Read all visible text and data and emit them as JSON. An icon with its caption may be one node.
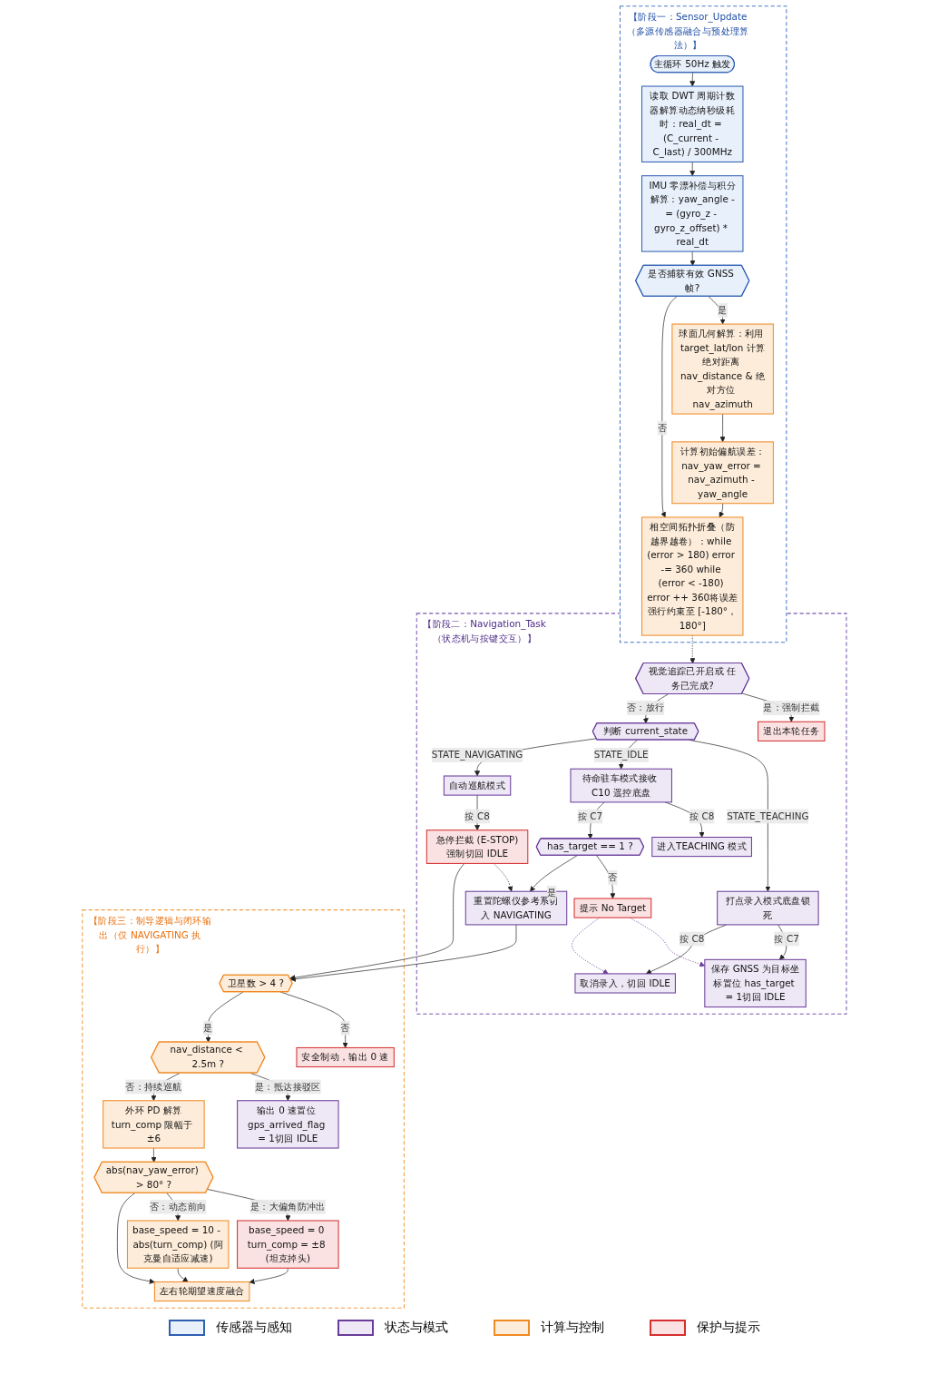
{
  "diagram": {
    "nodes": [
      {
        "text": [
          "【阶段一：Sensor_Update（多源传感器融合与预处理算法）】"
        ]
      },
      {
        "text": [
          "主循环 50Hz 触发"
        ],
        "in": 0
      },
      {
        "text": [
          "读取 DWT 周期计数器解算动态纳秒级耗时：real_dt = (C_current - C_last) / 300MHz"
        ],
        "in": 0
      },
      {
        "text": [
          "IMU 零漂补偿与积分解算：yaw_angle -= (gyro_z - gyro_z_offset) * real_dt"
        ],
        "in": 0
      },
      {
        "text": [
          "是否捕获有效 GNSS 帧?"
        ],
        "in": 0
      },
      {
        "text": [
          "球面几何解算：利用 target_lat/lon 计算绝对距离 nav_distance & 绝对方位 nav_azimuth"
        ],
        "in": 0
      },
      {
        "text": [
          "计算初始偏航误差：nav_yaw_error = nav_azimuth - yaw_angle"
        ],
        "in": 0
      },
      {
        "text": [
          "相空间拓扑折叠（防越界越卷）：while (error > 180) error -= 360 while (error < -180) error ++ 360将误差强行约束至 [-180°，180°]"
        ],
        "in": 0
      },
      {
        "text": [
          "【阶段二：Navigation_Task（状态机与按键交互）】"
        ]
      },
      {
        "text": [
          "视觉追踪已开启或 任务已完成?"
        ],
        "in": 8
      },
      {
        "text": [
          "退出本轮任务"
        ],
        "in": 8
      },
      {
        "text": [
          "判断 current_state"
        ],
        "in": 8
      },
      {
        "text": [
          "打点录入模式底盘锁死"
        ],
        "in": 8
      },
      {
        "text": [
          "待命驻车模式接收 C10 遥控底盘"
        ],
        "in": 8
      },
      {
        "text": [
          "自动巡航模式"
        ],
        "in": 8
      },
      {
        "text": [
          "保存 GNSS 为目标坐标置位 has_target = 1切回 IDLE"
        ],
        "in": 8
      },
      {
        "text": [
          "取消录入，切回 IDLE"
        ],
        "in": 8
      },
      {
        "text": [
          "进入TEACHING 模式"
        ],
        "in": 8
      },
      {
        "text": [
          "has_target == 1 ?"
        ],
        "in": 8
      },
      {
        "text": [
          "提示 No Target"
        ],
        "in": 8
      },
      {
        "text": [
          "重置陀螺仪参考系切入 NAVIGATING"
        ],
        "in": 8
      },
      {
        "text": [
          "急停拦截 (E-STOP)强制切回 IDLE"
        ],
        "in": 8
      },
      {
        "text": [
          "【阶段三：制导逻辑与闭环输出（仅 NAVIGATING 执行）】"
        ]
      },
      {
        "text": [
          "卫星数 > 4 ?"
        ],
        "in": 22
      },
      {
        "text": [
          "安全制动，输出 0 速"
        ],
        "in": 22
      },
      {
        "text": [
          "nav_distance < 2.5m ?"
        ],
        "in": 22
      },
      {
        "text": [
          "输出 0 速置位 gps_arrived_flag = 1切回 IDLE"
        ],
        "in": 22
      },
      {
        "text": [
          "外环 PD 解算turn_comp 限幅于 ±6"
        ],
        "in": 22
      },
      {
        "text": [
          "abs(nav_yaw_error) > 80° ?"
        ],
        "in": 22
      },
      {
        "text": [
          "base_speed = 0 turn_comp = ±8 (坦克掉头)"
        ],
        "in": 22
      },
      {
        "text": [
          "base_speed = 10 - abs(turn_comp) (阿克曼自适应减速)"
        ],
        "in": 22
      },
      {
        "text": [
          "左右轮期望速度融合"
        ],
        "in": 22
      }
    ],
    "edges": [
      {
        "from": 1,
        "to": 2,
        "arrow": "to"
      },
      {
        "from": 2,
        "to": 3,
        "arrow": "to"
      },
      {
        "from": 3,
        "to": 4,
        "arrow": "to"
      },
      {
        "from": 4,
        "to": 5,
        "arrow": "to",
        "label": "是"
      },
      {
        "from": 4,
        "to": 7,
        "arrow": "to",
        "label": "否"
      },
      {
        "from": 5,
        "to": 6,
        "arrow": "to"
      },
      {
        "from": 6,
        "to": 7,
        "arrow": "to"
      },
      {
        "from": 7,
        "to": 9,
        "arrow": "to",
        "style": "dashed"
      },
      {
        "from": 9,
        "to": 10,
        "arrow": "to",
        "label": "是：强制拦截"
      },
      {
        "from": 9,
        "to": 11,
        "arrow": "to",
        "label": "否：放行"
      },
      {
        "from": 11,
        "to": 12,
        "arrow": "to",
        "label": "STATE_TEACHING"
      },
      {
        "from": 11,
        "to": 13,
        "arrow": "to",
        "label": "STATE_IDLE"
      },
      {
        "from": 11,
        "to": 14,
        "arrow": "to",
        "label": "STATE_NAVIGATING"
      },
      {
        "from": 12,
        "to": 15,
        "arrow": "to",
        "label": "按 C7"
      },
      {
        "from": 12,
        "to": 16,
        "arrow": "to",
        "label": "按 C8"
      },
      {
        "from": 13,
        "to": 17,
        "arrow": "to",
        "label": "按 C8"
      },
      {
        "from": 13,
        "to": 18,
        "arrow": "to",
        "label": "按 C7"
      },
      {
        "from": 14,
        "to": 21,
        "arrow": "to",
        "label": "按 C8"
      },
      {
        "from": 18,
        "to": 19,
        "arrow": "to",
        "label": "否"
      },
      {
        "from": 18,
        "to": 20,
        "arrow": "to",
        "label": "是"
      },
      {
        "from": 19,
        "to": 15,
        "arrow": "to",
        "style": "dashed",
        "color": "#6a3d9a"
      },
      {
        "from": 19,
        "to": 16,
        "arrow": "to",
        "style": "dashed",
        "color": "#6a3d9a"
      },
      {
        "from": 21,
        "to": 20,
        "arrow": "to",
        "style": "dashed"
      },
      {
        "from": 20,
        "to": 23,
        "arrow": "to"
      },
      {
        "from": 21,
        "to": 23,
        "arrow": "to"
      },
      {
        "from": 23,
        "to": 24,
        "arrow": "to",
        "label": "否"
      },
      {
        "from": 23,
        "to": 25,
        "arrow": "to",
        "label": "是"
      },
      {
        "from": 25,
        "to": 26,
        "arrow": "to",
        "label": "是：抵达接驳区"
      },
      {
        "from": 25,
        "to": 27,
        "arrow": "to",
        "label": "否：持续巡航"
      },
      {
        "from": 27,
        "to": 28,
        "arrow": "to"
      },
      {
        "from": 28,
        "to": 29,
        "arrow": "to",
        "label": "是：大偏角防冲出"
      },
      {
        "from": 28,
        "to": 30,
        "arrow": "to",
        "label": "否：动态前向"
      },
      {
        "from": 28,
        "to": 31,
        "arrow": "to"
      },
      {
        "from": 29,
        "to": 31,
        "arrow": "to"
      },
      {
        "from": 30,
        "to": 31,
        "arrow": "to"
      }
    ],
    "legend": [
      {
        "text": "传感器与感知",
        "color": "#e8f0fb"
      },
      {
        "text": "状态与模式",
        "color": "#eee8f6"
      },
      {
        "text": "计算与控制",
        "color": "#fdecd9"
      },
      {
        "text": "保护与提示",
        "color": "#fbe2e2"
      }
    ]
  }
}
